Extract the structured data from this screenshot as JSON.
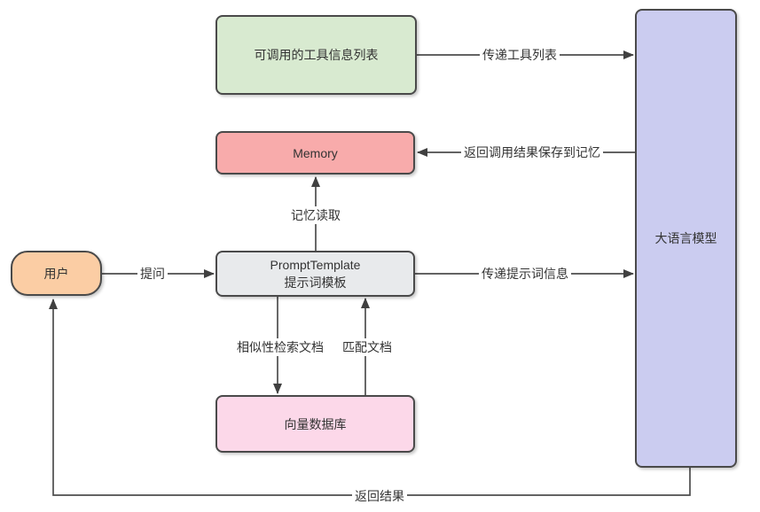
{
  "diagram": {
    "title_hint": "LLM agent architecture flowchart",
    "stroke_color": "#4d4d4d",
    "text_color": "#333333",
    "nodes": {
      "tools_list": {
        "label": "可调用的工具信息列表",
        "fill": "#d8ead0"
      },
      "llm": {
        "label": "大语言模型",
        "fill": "#cbccf0"
      },
      "memory": {
        "label": "Memory",
        "fill": "#f8abab"
      },
      "prompt_template": {
        "label_line1": "PromptTemplate",
        "label_line2": "提示词模板",
        "fill": "#e8eaec"
      },
      "vector_db": {
        "label": "向量数据库",
        "fill": "#fcd8e9"
      },
      "user": {
        "label": "用户",
        "fill": "#fbcda4"
      }
    },
    "edges": {
      "pass_tools": {
        "label": "传递工具列表"
      },
      "save_to_memory": {
        "label": "返回调用结果保存到记忆"
      },
      "memory_read": {
        "label": "记忆读取"
      },
      "ask": {
        "label": "提问"
      },
      "pass_prompt": {
        "label": "传递提示词信息"
      },
      "similarity_search": {
        "label": "相似性检索文档"
      },
      "match_docs": {
        "label": "匹配文档"
      },
      "return_result": {
        "label": "返回结果"
      }
    }
  }
}
